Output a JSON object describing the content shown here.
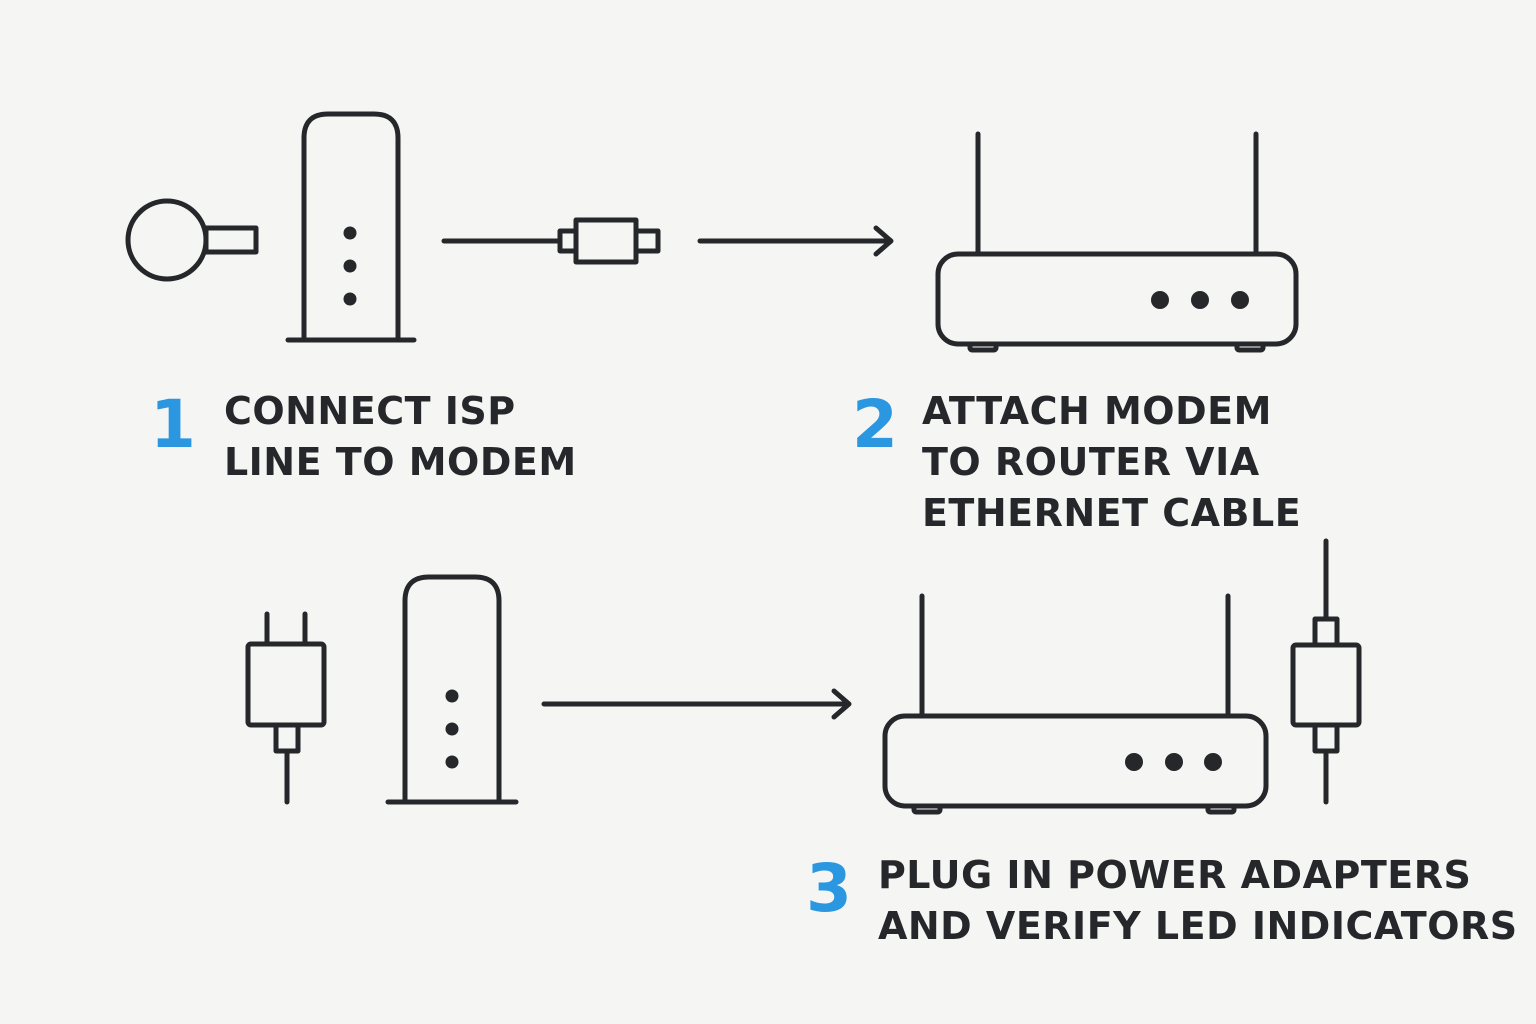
{
  "colors": {
    "accent": "#2b97e0",
    "ink": "#25272b",
    "background": "#f5f5f4"
  },
  "steps": [
    {
      "number": "1",
      "lines": [
        "CONNECT ISP",
        "LINE TO MODEM"
      ]
    },
    {
      "number": "2",
      "lines": [
        "ATTACH MODEM",
        "TO ROUTER VIA",
        "ETHERNET CABLE"
      ]
    },
    {
      "number": "3",
      "lines": [
        "PLUG IN POWER ADAPTERS",
        "AND VERIFY LED INDICATORS"
      ]
    }
  ],
  "icons": [
    "isp-line-connector-icon",
    "modem-icon",
    "ethernet-cable-icon",
    "arrow-right-icon",
    "router-icon",
    "power-plug-icon",
    "inline-power-adapter-icon"
  ]
}
